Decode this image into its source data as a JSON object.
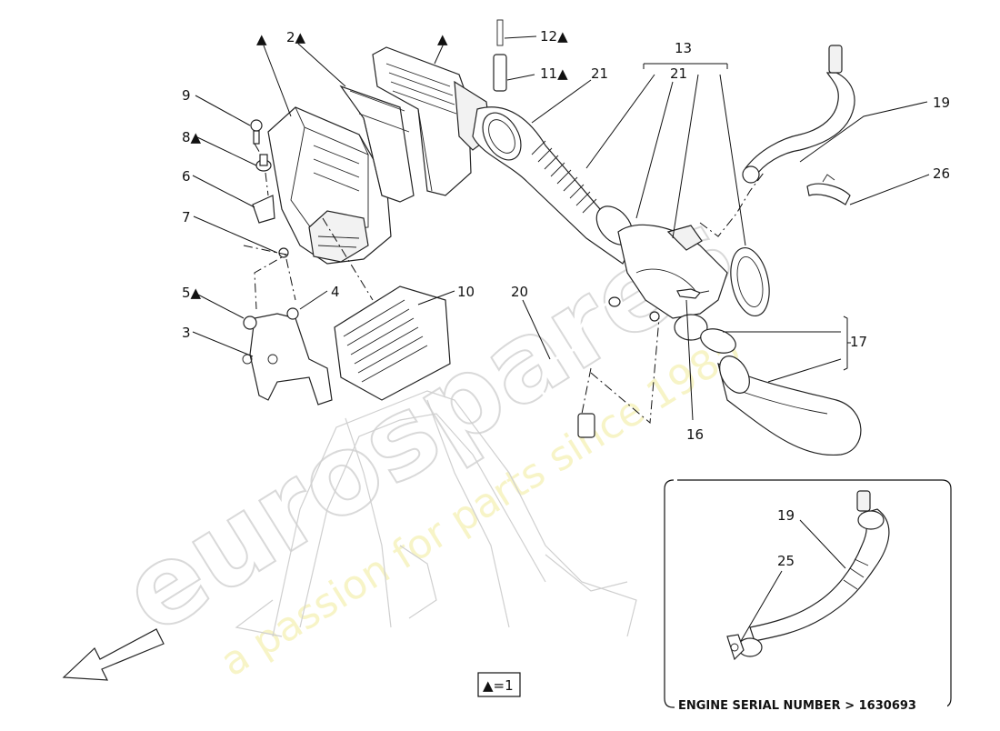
{
  "diagram": {
    "watermark_brand": "eurospares",
    "watermark_slogan": "a passion for parts since 1985",
    "legend_text": "▲=1",
    "inset_caption": "ENGINE SERIAL NUMBER > 1630693",
    "callouts": {
      "c_tri_a": "▲",
      "c2": "2▲",
      "c_tri_b": "▲",
      "c12": "12▲",
      "c11": "11▲",
      "c21a": "21",
      "c13": "13",
      "c21b": "21",
      "c19": "19",
      "c26": "26",
      "c9": "9",
      "c8": "8▲",
      "c6": "6",
      "c7": "7",
      "c5": "5▲",
      "c4": "4",
      "c3": "3",
      "c10": "10",
      "c20": "20",
      "c17": "17",
      "c16": "16",
      "c19i": "19",
      "c25": "25"
    }
  }
}
